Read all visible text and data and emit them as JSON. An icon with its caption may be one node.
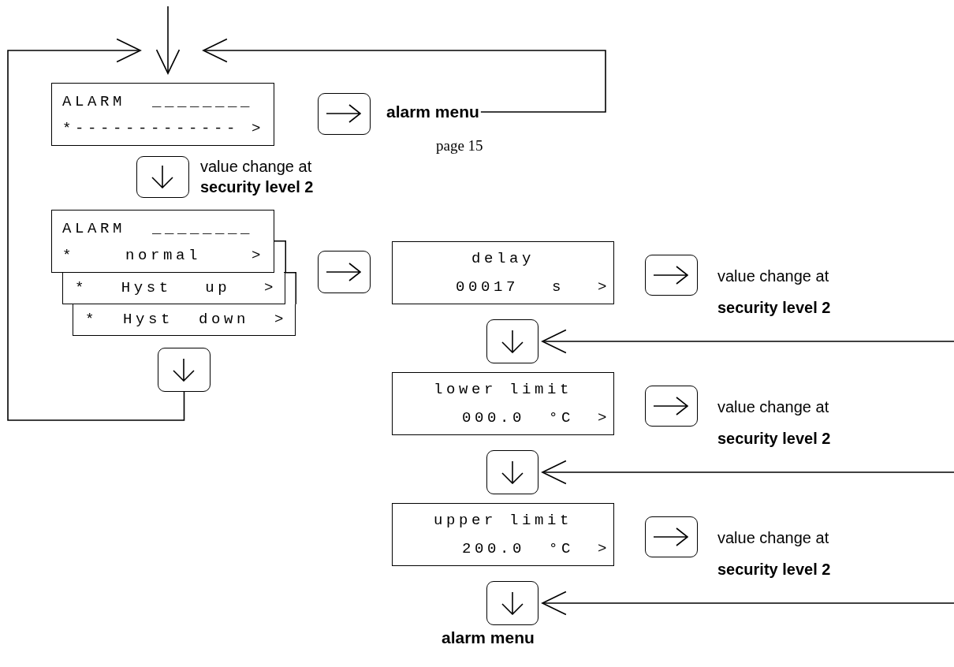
{
  "diagram": {
    "nodes": [
      {
        "text": [
          "ALARM ________",
          "*------------- >"
        ]
      },
      {
        "text": [],
        "shape": "box"
      },
      {
        "text": [
          "alarm menu"
        ],
        "beside": [
          "page 15"
        ]
      },
      {
        "text": [],
        "shape": "box",
        "beside": [
          "value change at **security level 2**"
        ]
      },
      {
        "text": [
          "ALARM ________",
          "* normal >"
        ]
      },
      {
        "text": [
          "* Hyst up >"
        ]
      },
      {
        "text": [
          "* Hyst down >"
        ]
      },
      {
        "text": [],
        "shape": "box"
      },
      {
        "text": [
          "delay",
          "00017 s >"
        ]
      },
      {
        "text": [],
        "shape": "box",
        "beside": [
          "value change at **security level 2**"
        ]
      },
      {
        "text": [],
        "shape": "box"
      },
      {
        "text": [
          "lower limit",
          "000.0 °C >"
        ]
      },
      {
        "text": [],
        "shape": "box",
        "beside": [
          "value change at **security level 2**"
        ]
      },
      {
        "text": [],
        "shape": "box"
      },
      {
        "text": [
          "upper limit",
          "200.0 °C >"
        ]
      },
      {
        "text": [],
        "shape": "box",
        "beside": [
          "value change at **security level 2**"
        ]
      },
      {
        "text": [],
        "shape": "box"
      },
      {
        "text": [],
        "shape": "box"
      }
    ],
    "edges": [
      {
        "from": null,
        "to": 0,
        "arrow": "to"
      },
      {
        "from": 17,
        "to": 0,
        "arrow": "to"
      },
      {
        "from": 2,
        "to": 0,
        "arrow": "to"
      },
      {
        "from": null,
        "to": 10,
        "arrow": "to"
      },
      {
        "from": null,
        "to": 13,
        "arrow": "to"
      },
      {
        "from": null,
        "to": 16,
        "arrow": "to"
      }
    ],
    "labels": [
      "alarm menu"
    ]
  }
}
